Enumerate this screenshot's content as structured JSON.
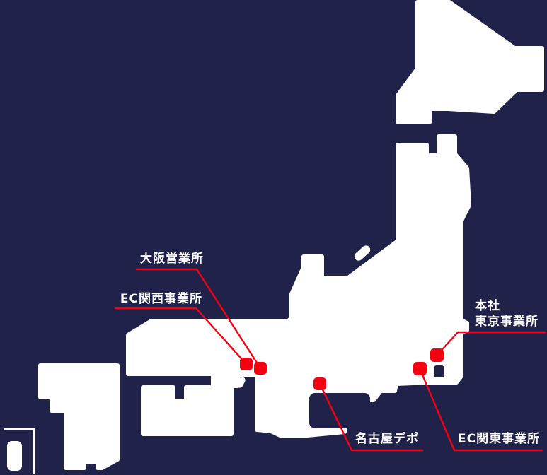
{
  "colors": {
    "background": "#21224a",
    "land": "#ffffff",
    "accent_red": "#f60011",
    "label_text": "#ffffff"
  },
  "offices": [
    {
      "id": "osaka",
      "label": "大阪営業所"
    },
    {
      "id": "ec-kansai",
      "label": "EC関西事業所"
    },
    {
      "id": "headquarters-tokyo",
      "label_lines": [
        "本社",
        "東京事業所"
      ]
    },
    {
      "id": "nagoya-depot",
      "label": "名古屋デポ"
    },
    {
      "id": "ec-kanto",
      "label": "EC関東事業所"
    }
  ]
}
